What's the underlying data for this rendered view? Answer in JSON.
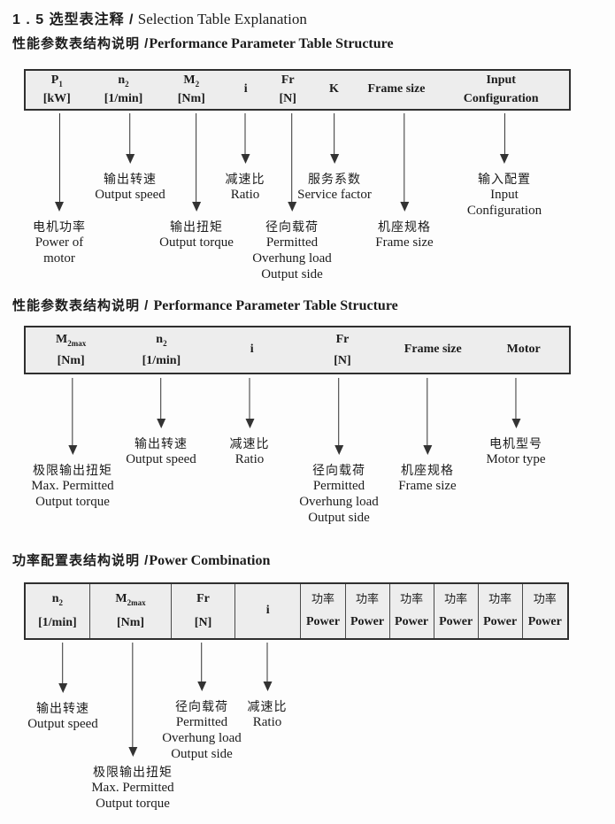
{
  "page": {
    "title_zh": "1 . 5 选型表注释 /",
    "title_en": " Selection Table Explanation"
  },
  "sections": {
    "s1": {
      "title_zh": "性能参数表结构说明 /",
      "title_en": "Performance Parameter Table Structure",
      "table": {
        "cols": [
          {
            "base": "P",
            "sub": "1",
            "unit": "[kW]"
          },
          {
            "base": "n",
            "sub": "2",
            "unit": "[1/min]"
          },
          {
            "base": "M",
            "sub": "2",
            "unit": "[Nm]"
          },
          {
            "base": "i",
            "sub": "",
            "unit": ""
          },
          {
            "base": "Fr",
            "sub": "",
            "unit": "[N]"
          },
          {
            "base": "K",
            "sub": "",
            "unit": ""
          },
          {
            "base": "Frame size",
            "sub": "",
            "unit": ""
          },
          {
            "base": "Input",
            "sub": "",
            "unit": "Configuration"
          }
        ]
      },
      "annotations": [
        {
          "zh": "电机功率",
          "en": "Power of\nmotor"
        },
        {
          "zh": "输出转速",
          "en": "Output speed"
        },
        {
          "zh": "输出扭矩",
          "en": "Output torque"
        },
        {
          "zh": "减速比",
          "en": "Ratio"
        },
        {
          "zh": "径向载荷",
          "en": "Permitted\nOverhung load\nOutput side"
        },
        {
          "zh": "服务系数",
          "en": "Service factor"
        },
        {
          "zh": "机座规格",
          "en": "Frame size"
        },
        {
          "zh": "输入配置",
          "en": "Input\nConfiguration"
        }
      ]
    },
    "s2": {
      "title_zh": "性能参数表结构说明 / ",
      "title_en": "Performance Parameter Table Structure",
      "table": {
        "cols": [
          {
            "base": "M",
            "sub": "2max",
            "unit": "[Nm]"
          },
          {
            "base": "n",
            "sub": "2",
            "unit": "[1/min]"
          },
          {
            "base": "i",
            "sub": "",
            "unit": ""
          },
          {
            "base": "Fr",
            "sub": "",
            "unit": "[N]"
          },
          {
            "base": "Frame size",
            "sub": "",
            "unit": ""
          },
          {
            "base": "Motor",
            "sub": "",
            "unit": ""
          }
        ]
      },
      "annotations": [
        {
          "zh": "极限输出扭矩",
          "en": "Max. Permitted\nOutput  torque"
        },
        {
          "zh": "输出转速",
          "en": "Output speed"
        },
        {
          "zh": "减速比",
          "en": "Ratio"
        },
        {
          "zh": "径向载荷",
          "en": "Permitted\nOverhung load\nOutput side"
        },
        {
          "zh": "机座规格",
          "en": "Frame size"
        },
        {
          "zh": "电机型号",
          "en": "Motor type"
        }
      ]
    },
    "s3": {
      "title_zh": "功率配置表结构说明 /",
      "title_en": "Power Combination",
      "table": {
        "cols": [
          {
            "base": "n",
            "sub": "2",
            "unit": "[1/min]"
          },
          {
            "base": "M",
            "sub": "2max",
            "unit": "[Nm]"
          },
          {
            "base": "Fr",
            "sub": "",
            "unit": "[N]"
          },
          {
            "base": "i",
            "sub": "",
            "unit": ""
          }
        ],
        "power": {
          "zh": "功率",
          "en": "Power"
        }
      },
      "annotations": [
        {
          "zh": "输出转速",
          "en": "Output speed"
        },
        {
          "zh": "极限输出扭矩",
          "en": "Max. Permitted\nOutput  torque"
        },
        {
          "zh": "径向载荷",
          "en": "Permitted\nOverhung load\nOutput side"
        },
        {
          "zh": "减速比",
          "en": "Ratio"
        }
      ]
    }
  }
}
